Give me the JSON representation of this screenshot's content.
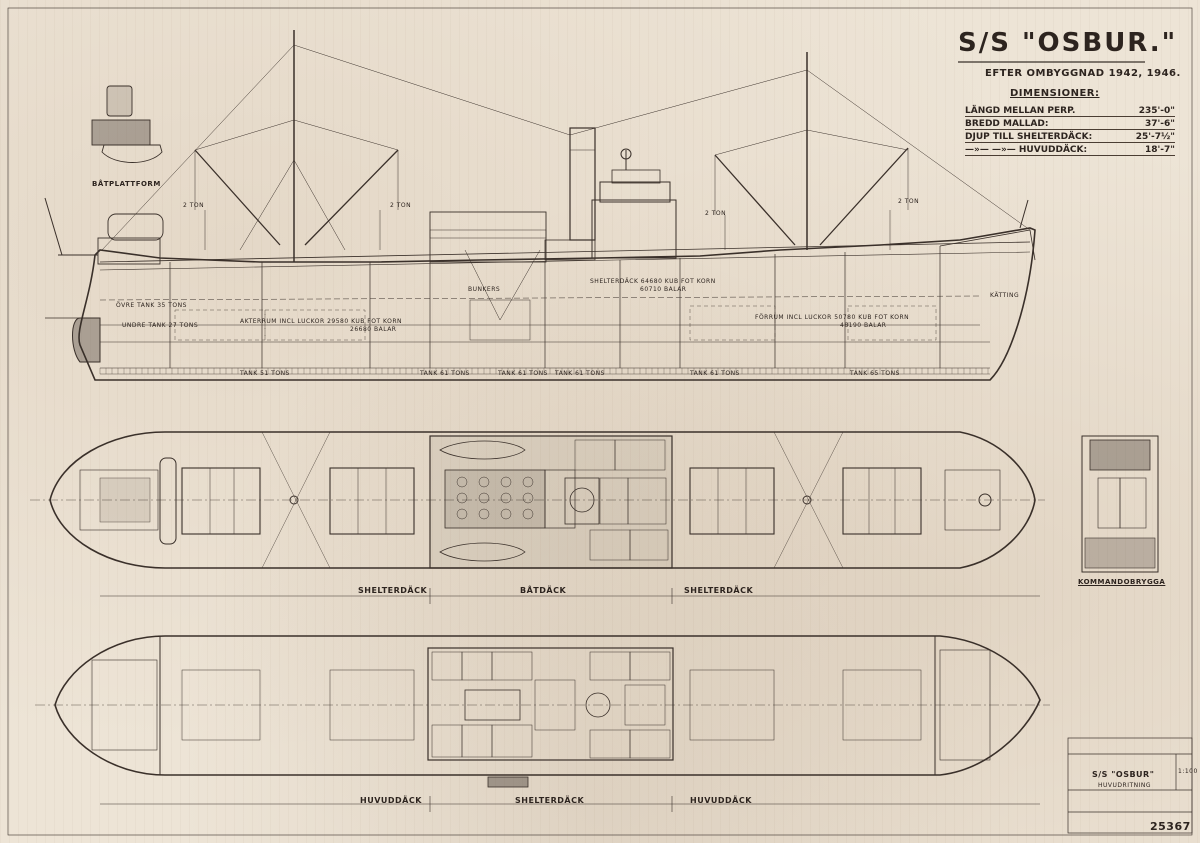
{
  "sheet": {
    "title": "S/S \"OSBUR.\"",
    "subtitle": "EFTER OMBYGGNAD 1942, 1946.",
    "dimensions_heading": "DIMENSIONER:",
    "dimensions": [
      {
        "label": "LÄNGD MELLAN PERP.",
        "value": "235'-0\""
      },
      {
        "label": "BREDD MALLAD:",
        "value": "37'-6\""
      },
      {
        "label": "DJUP TILL SHELTERDÄCK:",
        "value": "25'-7½\""
      },
      {
        "label": "—»— —»— HUVUDDÄCK:",
        "value": "18'-7\""
      }
    ],
    "drawing_number": "25367"
  },
  "title_block": {
    "ship": "S/S \"OSBUR\"",
    "scale": "1:100",
    "drawing_name": "HUVUDRITNING"
  },
  "views": {
    "boat_platform": "BÅTPLATTFORM",
    "command_bridge": "KOMMANDOBRYGGA",
    "deck_labels_top": [
      "SHELTERDÄCK",
      "BÅTDÄCK",
      "SHELTERDÄCK"
    ],
    "deck_labels_bottom": [
      "HUVUDDÄCK",
      "SHELTERDÄCK",
      "HUVUDDÄCK"
    ]
  },
  "profile_labels": {
    "derrick_left_1": "2 TON",
    "derrick_left_2": "2 TON",
    "derrick_right_1": "2 TON",
    "derrick_right_2": "2 TON",
    "shelterdeck_cap": "SHELTERDÄCK 64680 KUB FOT KORN",
    "shelterdeck_bal": "60710 BALAR",
    "aft_hold": "AKTERRUM INCL LUCKOR 29580 KUB FOT KORN",
    "aft_hold_bal": "26680 BALAR",
    "fwd_hold": "FÖRRUM INCL LUCKOR 50780 KUB FOT KORN",
    "fwd_hold_bal": "48190 BALAR",
    "upper_tank": "ÖVRE TANK 35 TONS",
    "lower_tank": "UNDRE TANK 27 TONS",
    "bunker": "BUNKERS",
    "chain_locker": "KÄTTING",
    "tank_labels": [
      "TANK 51 TONS",
      "TANK 61 TONS",
      "TANK 61 TONS",
      "TANK 61 TONS",
      "TANK 61 TONS",
      "TANK 65 TONS"
    ]
  },
  "colors": {
    "paper": "#ede4d6",
    "ink": "#3a302a",
    "stain": "#b59a7a"
  }
}
